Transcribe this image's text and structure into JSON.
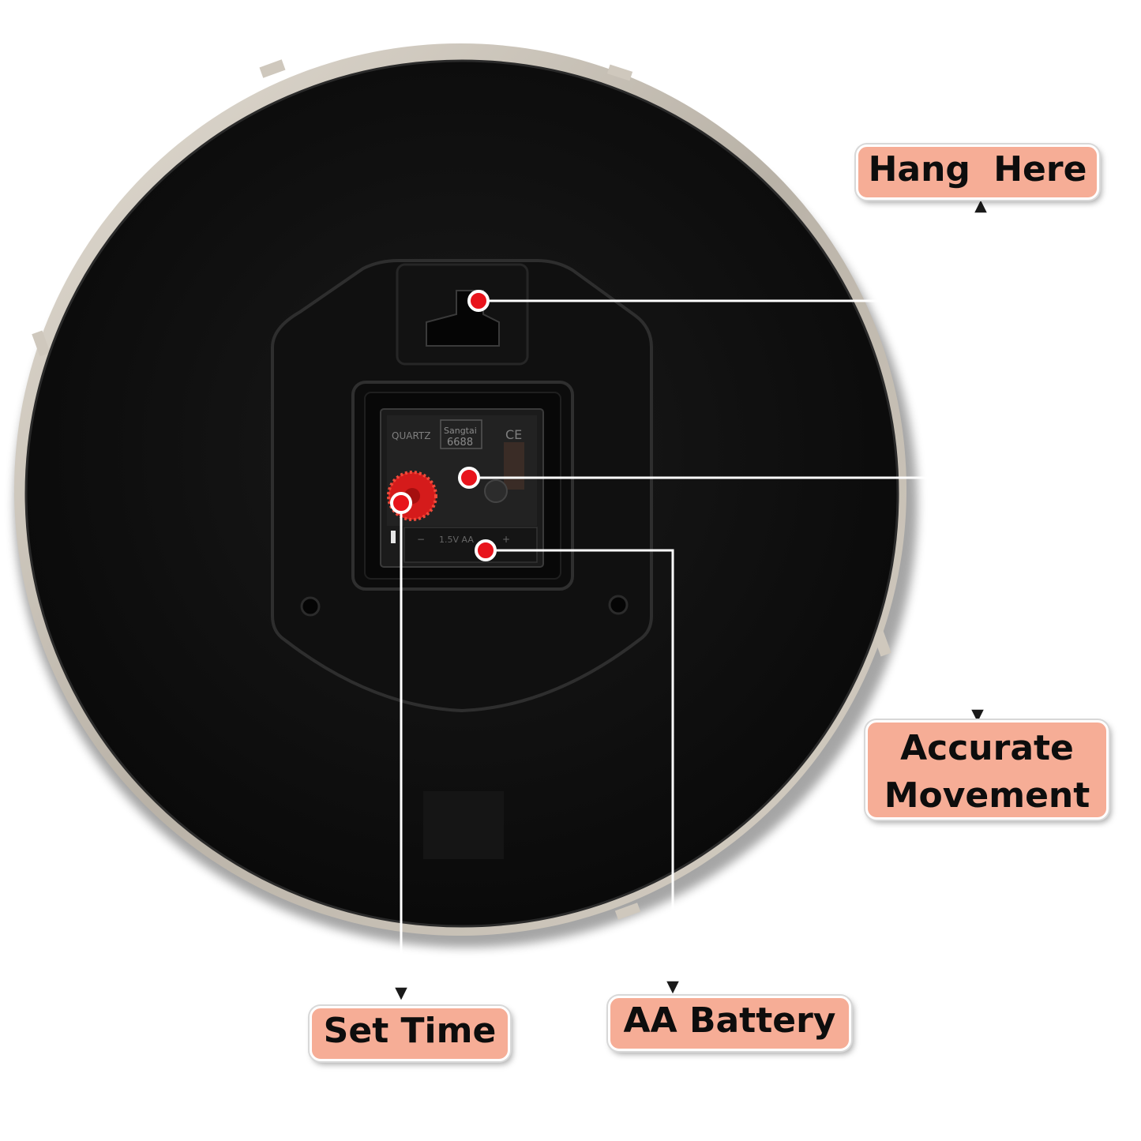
{
  "callouts": {
    "hang_here": "Hang  Here",
    "accurate_movement": "Accurate\nMovement",
    "set_time": "Set Time",
    "aa_battery": "AA Battery"
  },
  "movement_labels": {
    "brand": "Sangtai",
    "model": "6688",
    "quartz": "QUARTZ",
    "ce_mark": "CE",
    "battery_spec": "1.5V AA"
  },
  "colors": {
    "callout_fill": "#f6ad96",
    "marker_red": "#e8141c",
    "leader_line": "#ffffff",
    "clock_back": "#0e0e0e",
    "rim": "#bdb6ac"
  }
}
